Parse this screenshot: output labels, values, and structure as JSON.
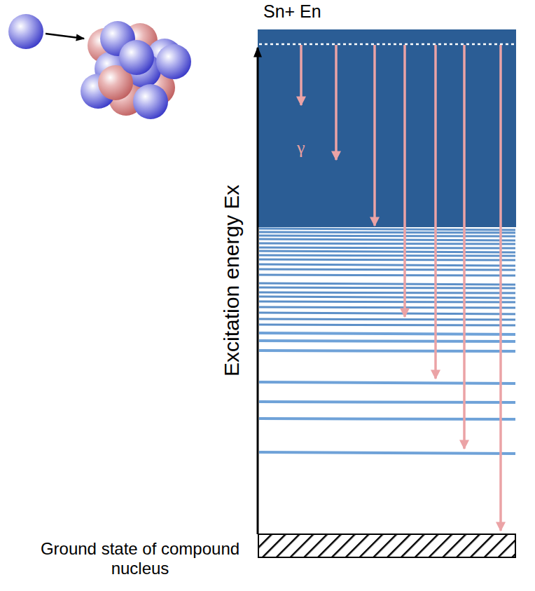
{
  "diagram": {
    "labels": [
      "Sn+ En",
      "γ",
      "Excitation energy Ex",
      "Ground state of compound nucleus"
    ]
  }
}
